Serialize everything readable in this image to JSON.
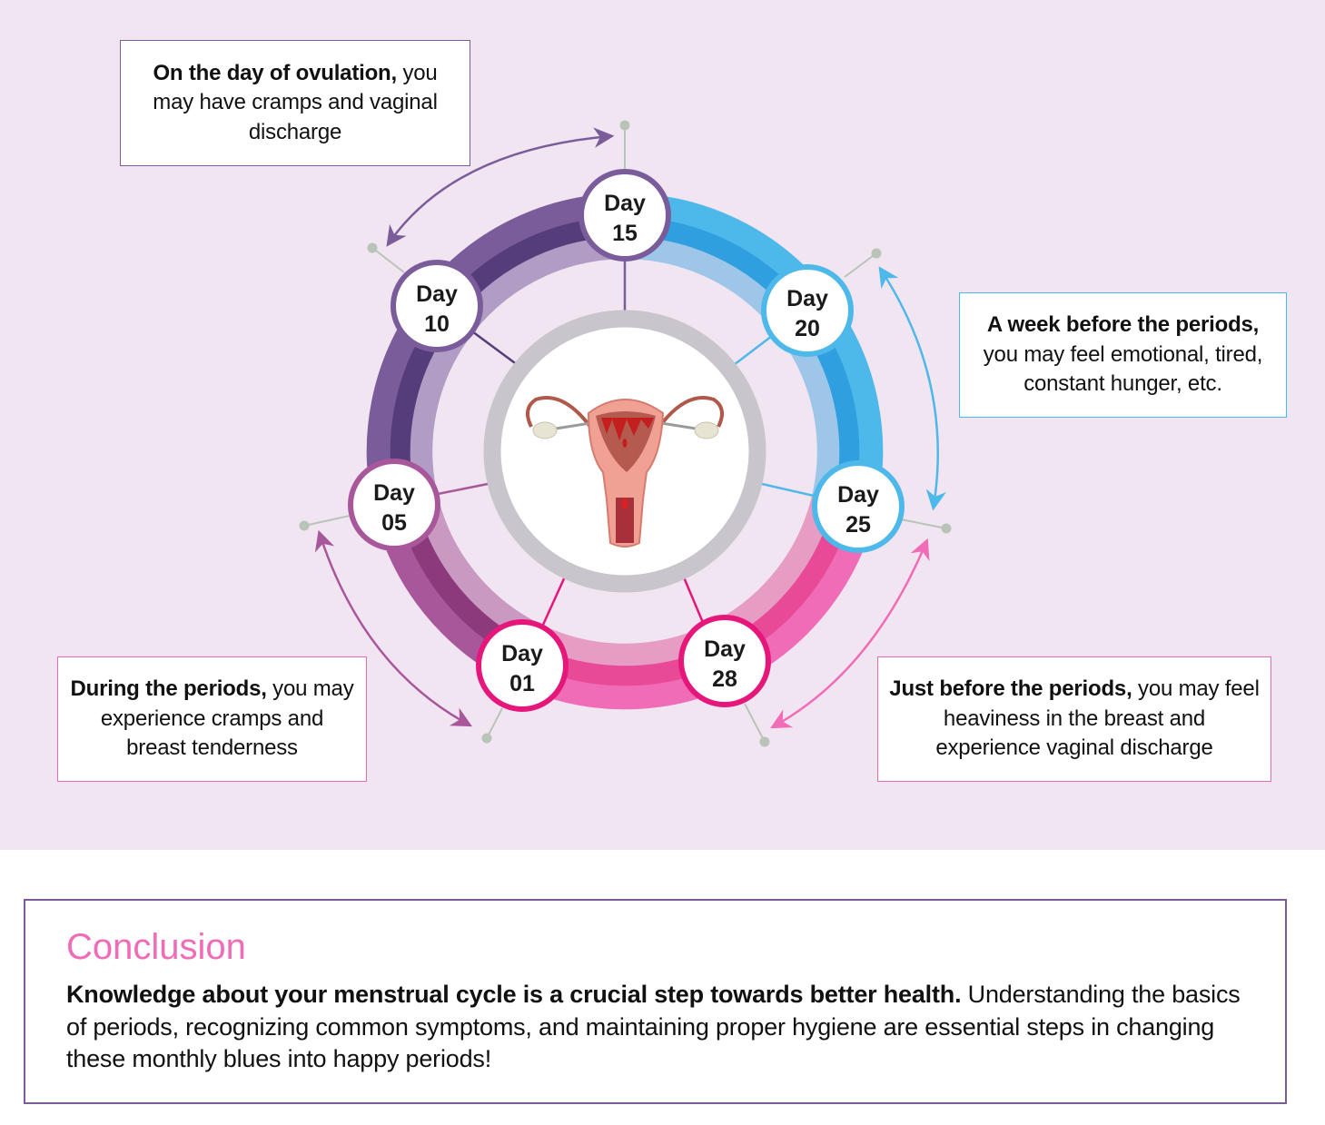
{
  "badges": [
    {
      "id": "day15",
      "label": "Day",
      "num": "15",
      "color": "#7b5c9a"
    },
    {
      "id": "day10",
      "label": "Day",
      "num": "10",
      "color": "#7b5c9a"
    },
    {
      "id": "day20",
      "label": "Day",
      "num": "20",
      "color": "#4db8ea"
    },
    {
      "id": "day25",
      "label": "Day",
      "num": "25",
      "color": "#4db8ea"
    },
    {
      "id": "day28",
      "label": "Day",
      "num": "28",
      "color": "#e5177a"
    },
    {
      "id": "day01",
      "label": "Day",
      "num": "01",
      "color": "#e5177a"
    },
    {
      "id": "day05",
      "label": "Day",
      "num": "05",
      "color": "#a9579b"
    }
  ],
  "boxes": {
    "ovulation": {
      "bold": "On the day of ovulation,",
      "text": " you may have cramps and vaginal discharge"
    },
    "week": {
      "bold": "A week before the periods,",
      "text": " you may feel emotional, tired, constant hunger, etc."
    },
    "during": {
      "bold": "During the periods,",
      "text": " you may experience cramps and breast tenderness"
    },
    "just": {
      "bold": "Just before the periods,",
      "text": "  you may feel heaviness in the breast and experience vaginal discharge"
    }
  },
  "conclusion": {
    "title": "Conclusion",
    "bold": "Knowledge about your menstrual cycle is a crucial step towards better health.",
    "text": " Understanding the basics of periods, recognizing common symptoms, and maintaining proper hygiene are essential steps in changing these monthly blues into happy periods!"
  },
  "colors": {
    "purple": "#7b5c9a",
    "blue": "#4db8ea",
    "pink": "#f06cb7",
    "magenta": "#a9579b",
    "background": "#f1e5f2"
  }
}
